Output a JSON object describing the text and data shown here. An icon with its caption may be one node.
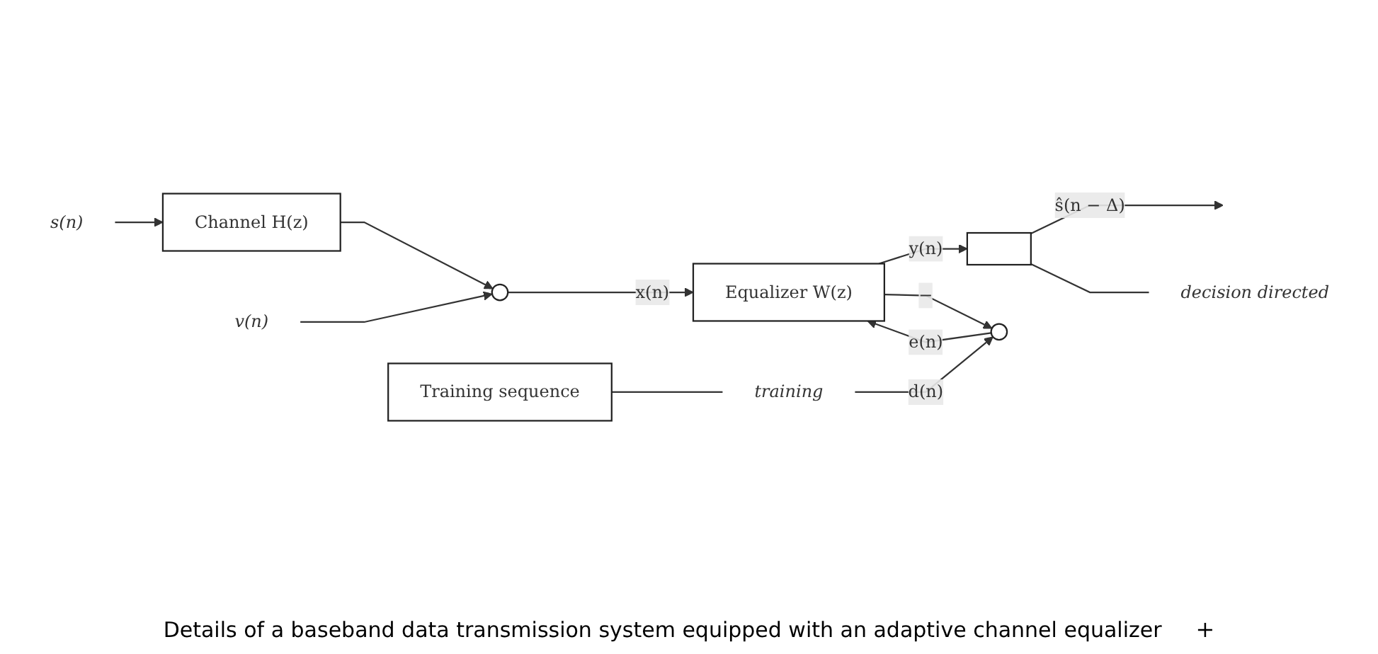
{
  "diagram": {
    "caption": "Details of a baseband data transmission system equipped with an adaptive channel equalizer",
    "nodes": [
      {
        "text": [
          "s(n)"
        ]
      },
      {
        "text": [
          "Channel H(z)"
        ]
      },
      {
        "text": [
          "v(n)"
        ]
      },
      {
        "text": [],
        "shape": "circle"
      },
      {
        "text": [
          "Equalizer W(z)"
        ]
      },
      {
        "text": [],
        "shape": "box"
      },
      {
        "text": [
          "decision directed"
        ]
      },
      {
        "text": [],
        "shape": "circle"
      },
      {
        "text": [
          "training"
        ]
      },
      {
        "text": [
          "Training sequence"
        ]
      }
    ],
    "edges": [
      {
        "from": 0,
        "to": 1,
        "arrow": "to"
      },
      {
        "from": 1,
        "to": 3,
        "arrow": "to"
      },
      {
        "from": 2,
        "to": 3,
        "arrow": "to"
      },
      {
        "from": 3,
        "to": 4,
        "arrow": "to",
        "label": "x(n)"
      },
      {
        "from": 4,
        "to": 5,
        "arrow": "to",
        "label": "y(n)"
      },
      {
        "from": 5,
        "to": null,
        "arrow": "to",
        "label": "ŝ(n − Δ)"
      },
      {
        "from": 5,
        "to": 6,
        "arrow": "none"
      },
      {
        "from": 4,
        "to": 7,
        "arrow": "to",
        "label": "−"
      },
      {
        "from": 8,
        "to": 7,
        "arrow": "to",
        "label": "d(n)"
      },
      {
        "from": 9,
        "to": 8,
        "arrow": "none"
      },
      {
        "from": 7,
        "to": 4,
        "arrow": "to",
        "label": "e(n)"
      }
    ],
    "labels": [
      "+"
    ]
  }
}
